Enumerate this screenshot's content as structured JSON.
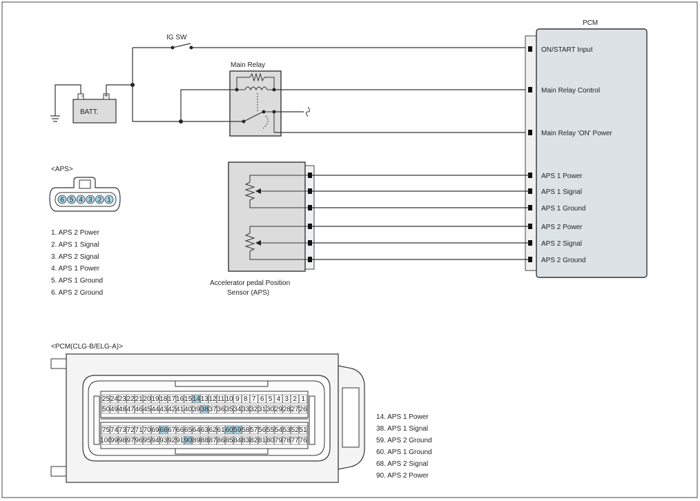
{
  "labels": {
    "ig_sw": "IG SW",
    "main_relay": "Main Relay",
    "batt": "BATT.",
    "pcm": "PCM",
    "aps_connector_title": "<APS>",
    "aps_sensor_line1": "Accelerator pedal Position",
    "aps_sensor_line2": "Sensor (APS)",
    "pcm_connector_title": "<PCM(CLG-B/ELG-A)>"
  },
  "pcm_pins": [
    "ON/START Input",
    "Main Relay Control",
    "Main Relay 'ON' Power",
    "APS 1 Power",
    "APS 1 Signal",
    "APS 1 Ground",
    "APS 2 Power",
    "APS 2 Signal",
    "APS 2 Ground"
  ],
  "aps_pin_numbers": [
    "6",
    "5",
    "4",
    "3",
    "2",
    "1"
  ],
  "aps_pin_list": [
    "1.  APS 2 Power",
    "2. APS 1 Signal",
    "3. APS 2 Signal",
    "4. APS 1 Power",
    "5. APS 1 Ground",
    "6. APS 2 Ground"
  ],
  "pcm_pin_list": [
    "14. APS 1 Power",
    "38. APS 1 Signal",
    "59. APS 2 Ground",
    "60. APS 1 Ground",
    "68. APS 2 Signal",
    "90. APS 2 Power"
  ],
  "pcm_connector_rows": [
    [
      "25",
      "24",
      "23",
      "22",
      "21",
      "20",
      "19",
      "18",
      "17",
      "16",
      "15",
      "14",
      "13",
      "12",
      "11",
      "10",
      "9",
      "8",
      "7",
      "6",
      "5",
      "4",
      "3",
      "2",
      "1"
    ],
    [
      "50",
      "49",
      "48",
      "47",
      "46",
      "45",
      "44",
      "43",
      "42",
      "41",
      "40",
      "39",
      "38",
      "37",
      "36",
      "35",
      "34",
      "33",
      "32",
      "31",
      "30",
      "29",
      "28",
      "27",
      "26"
    ],
    [
      "75",
      "74",
      "73",
      "72",
      "71",
      "70",
      "69",
      "68",
      "67",
      "66",
      "65",
      "64",
      "63",
      "62",
      "61",
      "60",
      "59",
      "58",
      "57",
      "56",
      "55",
      "54",
      "53",
      "52",
      "51"
    ],
    [
      "100",
      "99",
      "98",
      "97",
      "96",
      "95",
      "94",
      "93",
      "92",
      "91",
      "90",
      "89",
      "88",
      "87",
      "86",
      "85",
      "84",
      "83",
      "82",
      "81",
      "80",
      "79",
      "78",
      "77",
      "76"
    ]
  ],
  "highlighted_pins": [
    "14",
    "38",
    "59",
    "60",
    "68",
    "90"
  ],
  "colors": {
    "pin_highlight": "#a9d3e6",
    "box_fill": "#dcdcdc",
    "pcm_fill": "#dde2e6"
  }
}
